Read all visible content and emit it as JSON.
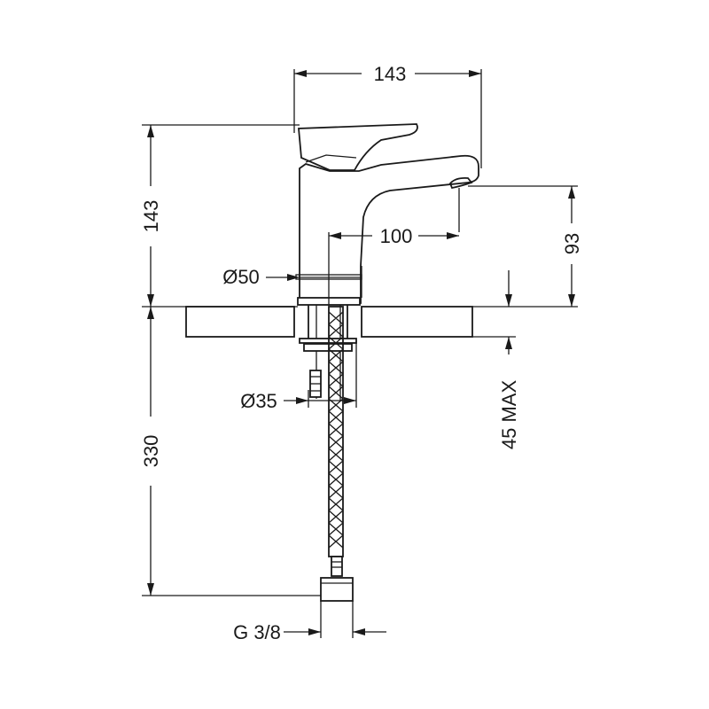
{
  "drawing": {
    "subject": "faucet-technical-drawing",
    "dimensions": {
      "overall_width": "143",
      "overall_height": "143",
      "spout_reach": "100",
      "spout_height": "93",
      "base_diameter": "Ø50",
      "hole_diameter": "Ø35",
      "hose_length": "330",
      "max_deck_thickness": "45 MAX",
      "connection_thread": "G 3/8"
    },
    "colors": {
      "line": "#1a1a1a",
      "background": "#ffffff"
    }
  }
}
